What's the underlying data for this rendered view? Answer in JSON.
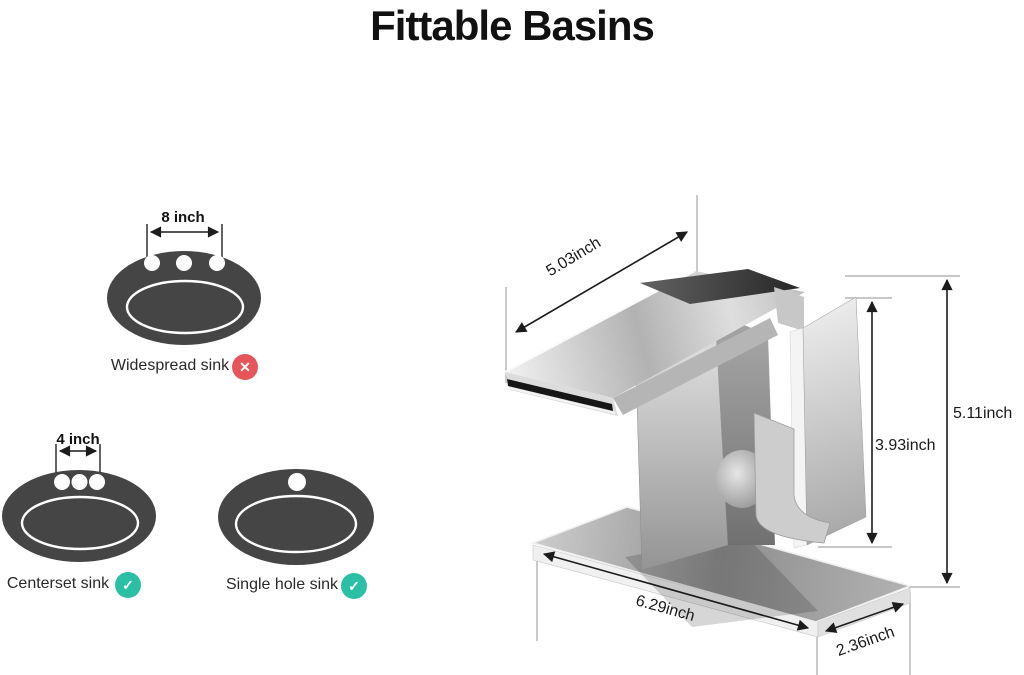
{
  "title": "Fittable Basins",
  "sinks": {
    "widespread": {
      "label": "Widespread sink",
      "hole_spacing": "8 inch",
      "holes": 3,
      "compatible": false,
      "status_icon": "x-icon",
      "status_glyph": "✕"
    },
    "centerset": {
      "label": "Centerset sink",
      "hole_spacing": "4 inch",
      "holes": 3,
      "compatible": true,
      "status_icon": "check-icon",
      "status_glyph": "✓"
    },
    "single_hole": {
      "label": "Single hole sink",
      "holes": 1,
      "compatible": true,
      "status_icon": "check-icon",
      "status_glyph": "✓"
    }
  },
  "faucet": {
    "spout_length": "5.03inch",
    "handle_section_height": "3.93inch",
    "overall_height": "5.11inch",
    "base_plate_length": "6.29inch",
    "base_plate_depth": "2.36inch"
  },
  "colors": {
    "sink_fill": "#454545",
    "incompatible": "#e5555a",
    "compatible": "#2bc0a5",
    "dimension_line": "#1c1c1c"
  }
}
